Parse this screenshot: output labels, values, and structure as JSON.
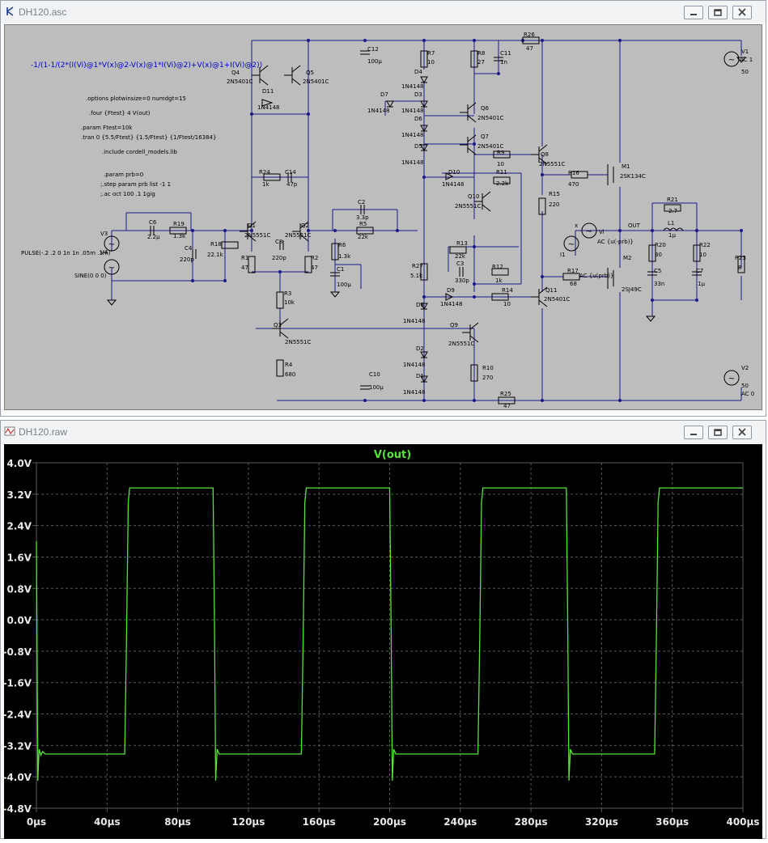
{
  "schematic_window": {
    "title": "DH120.asc",
    "directives": [
      "-1/(1-1/(2*(I(Vi)@1*V(x)@2-V(x)@1*I(Vi)@2)+V(x)@1+I(Vi)@2))",
      ".options plotwinsize=0 numdgt=15",
      ".four {Ftest} 4 V(out)",
      ".param Ftest=10k",
      ".tran 0 {5.5/Ftest} {1.5/Ftest} {1/Ftest/16384}",
      ".include cordell_models.lib",
      ".param prb=0",
      ";.step param prb list -1 1",
      ";.ac oct 100 .1 1gig"
    ],
    "labels": [
      {
        "t": "Q4"
      },
      {
        "t": "2N5401C"
      },
      {
        "t": "Q5"
      },
      {
        "t": "2N5401C"
      },
      {
        "t": "D11"
      },
      {
        "t": "1N4148"
      },
      {
        "t": "C12"
      },
      {
        "t": "100µ"
      },
      {
        "t": "R7"
      },
      {
        "t": "10"
      },
      {
        "t": "R8"
      },
      {
        "t": "27"
      },
      {
        "t": "C11"
      },
      {
        "t": "1n"
      },
      {
        "t": "R26"
      },
      {
        "t": "47"
      },
      {
        "t": "V1"
      },
      {
        "t": "AC 1"
      },
      {
        "t": "50"
      },
      {
        "t": "D4"
      },
      {
        "t": "1N4148"
      },
      {
        "t": "D3"
      },
      {
        "t": "1N4148"
      },
      {
        "t": "D7"
      },
      {
        "t": "1N4148"
      },
      {
        "t": "D6"
      },
      {
        "t": "1N4148"
      },
      {
        "t": "D5"
      },
      {
        "t": "1N4148"
      },
      {
        "t": "Q6"
      },
      {
        "t": "2N5401C"
      },
      {
        "t": "Q7"
      },
      {
        "t": "2N5401C"
      },
      {
        "t": "R9"
      },
      {
        "t": "10"
      },
      {
        "t": "Q8"
      },
      {
        "t": "2N5551C"
      },
      {
        "t": "M1"
      },
      {
        "t": "2SK134C"
      },
      {
        "t": "R16"
      },
      {
        "t": "470"
      },
      {
        "t": "R11"
      },
      {
        "t": "2.2k"
      },
      {
        "t": "D10"
      },
      {
        "t": "1N4148"
      },
      {
        "t": "R24"
      },
      {
        "t": "1k"
      },
      {
        "t": "C14"
      },
      {
        "t": "47p"
      },
      {
        "t": "Q10"
      },
      {
        "t": "2N5551C"
      },
      {
        "t": "R15"
      },
      {
        "t": "220"
      },
      {
        "t": "R21"
      },
      {
        "t": "2.7"
      },
      {
        "t": "L1"
      },
      {
        "t": "1µ"
      },
      {
        "t": "C2"
      },
      {
        "t": "3.3p"
      },
      {
        "t": "R5"
      },
      {
        "t": "22k"
      },
      {
        "t": "V3"
      },
      {
        "t": "C6"
      },
      {
        "t": "2.2µ"
      },
      {
        "t": "R19"
      },
      {
        "t": "1.3k"
      },
      {
        "t": "Q1"
      },
      {
        "t": "2N5551C"
      },
      {
        "t": "Q2"
      },
      {
        "t": "2N5551C"
      },
      {
        "t": "x"
      },
      {
        "t": "Vi"
      },
      {
        "t": "AC {u(-prb)}"
      },
      {
        "t": "OUT"
      },
      {
        "t": "R20"
      },
      {
        "t": "30"
      },
      {
        "t": "R22"
      },
      {
        "t": "10"
      },
      {
        "t": "R23"
      },
      {
        "t": "8"
      },
      {
        "t": "V4"
      },
      {
        "t": "PULSE(-.2 .2 0 1n 1n .05m .1m)"
      },
      {
        "t": "SINE(0 0 0)"
      },
      {
        "t": "C4"
      },
      {
        "t": "220p"
      },
      {
        "t": "R18"
      },
      {
        "t": "22.1k"
      },
      {
        "t": "C8"
      },
      {
        "t": "220p"
      },
      {
        "t": "R1"
      },
      {
        "t": "47"
      },
      {
        "t": "R2"
      },
      {
        "t": "47"
      },
      {
        "t": "R6"
      },
      {
        "t": "1.3k"
      },
      {
        "t": "R13"
      },
      {
        "t": "22k"
      },
      {
        "t": "I1"
      },
      {
        "t": "AC {u(prb)}"
      },
      {
        "t": "C5"
      },
      {
        "t": "33n"
      },
      {
        "t": "C7"
      },
      {
        "t": ".1µ"
      },
      {
        "t": "R27"
      },
      {
        "t": "5.1k"
      },
      {
        "t": "C3"
      },
      {
        "t": "330p"
      },
      {
        "t": "R12"
      },
      {
        "t": "1k"
      },
      {
        "t": "R17"
      },
      {
        "t": "68"
      },
      {
        "t": "M2"
      },
      {
        "t": "2SJ49C"
      },
      {
        "t": "C1"
      },
      {
        "t": "100µ"
      },
      {
        "t": "D9"
      },
      {
        "t": "1N4148"
      },
      {
        "t": "R14"
      },
      {
        "t": "10"
      },
      {
        "t": "Q11"
      },
      {
        "t": "2N5401C"
      },
      {
        "t": "R3"
      },
      {
        "t": "10k"
      },
      {
        "t": "D8"
      },
      {
        "t": "1N4148"
      },
      {
        "t": "Q3"
      },
      {
        "t": "2N5551C"
      },
      {
        "t": "Q9"
      },
      {
        "t": "2N5551C"
      },
      {
        "t": "D2"
      },
      {
        "t": "1N4148"
      },
      {
        "t": "R4"
      },
      {
        "t": "680"
      },
      {
        "t": "R10"
      },
      {
        "t": "270"
      },
      {
        "t": "C10"
      },
      {
        "t": "100µ"
      },
      {
        "t": "D1"
      },
      {
        "t": "1N4148"
      },
      {
        "t": "V2"
      },
      {
        "t": "50"
      },
      {
        "t": "AC 0"
      },
      {
        "t": "R25"
      },
      {
        "t": "47"
      }
    ]
  },
  "waveform_window": {
    "title": "DH120.raw",
    "trace_name": "V(out)",
    "y_tick_labels": [
      "4.0V",
      "3.2V",
      "2.4V",
      "1.6V",
      "0.8V",
      "0.0V",
      "-0.8V",
      "-1.6V",
      "-2.4V",
      "-3.2V",
      "-4.0V",
      "-4.8V"
    ],
    "x_tick_labels": [
      "0µs",
      "40µs",
      "80µs",
      "120µs",
      "160µs",
      "200µs",
      "240µs",
      "280µs",
      "320µs",
      "360µs",
      "400µs"
    ]
  },
  "colors": {
    "schematic_bg": "#bdbdbd",
    "wire": "#1a1a8c",
    "component": "#000000",
    "directive_text": "#0000cc",
    "plot_bg": "#000000",
    "trace": "#5ae23c",
    "grid": "#5a5a5a",
    "axis_text": "#e8e8e8"
  },
  "chart_data": {
    "type": "line",
    "title": "V(out)",
    "xlabel": "",
    "ylabel": "",
    "xlim": [
      0,
      400
    ],
    "ylim": [
      -4.8,
      4.0
    ],
    "x_unit": "µs",
    "y_unit": "V",
    "grid": true,
    "series": [
      {
        "name": "V(out)",
        "x": [
          0,
          0.4,
          0.8,
          1.5,
          2.5,
          3.5,
          5,
          8,
          50,
          51,
          52,
          52.8,
          100,
          100.8,
          101.5,
          102.3,
          103.5,
          150,
          151,
          152,
          152.8,
          200,
          200.8,
          201.5,
          202.3,
          203.5,
          250,
          251,
          252,
          252.8,
          300,
          300.8,
          301.5,
          302.3,
          303.5,
          350,
          351,
          352,
          352.8,
          400
        ],
        "y": [
          2.0,
          -1.0,
          -4.1,
          -3.3,
          -3.45,
          -3.36,
          -3.42,
          -3.42,
          -3.42,
          -0.5,
          3.0,
          3.36,
          3.36,
          0.0,
          -4.1,
          -3.3,
          -3.42,
          -3.42,
          -0.5,
          3.0,
          3.36,
          3.36,
          0.0,
          -4.1,
          -3.3,
          -3.42,
          -3.42,
          -0.5,
          3.0,
          3.36,
          3.36,
          0.0,
          -4.1,
          -3.3,
          -3.42,
          -3.42,
          -0.5,
          3.0,
          3.36,
          3.36
        ]
      }
    ]
  }
}
